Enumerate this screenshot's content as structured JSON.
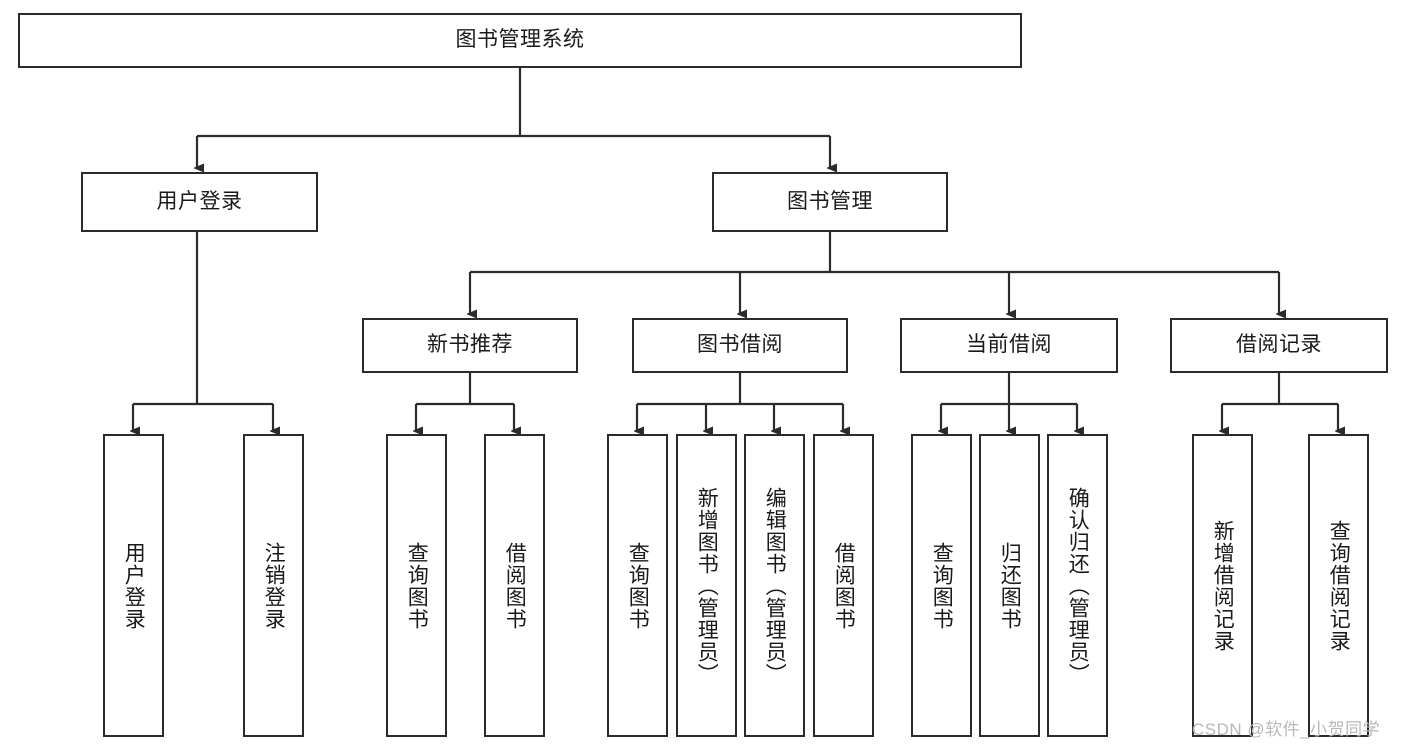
{
  "diagram": {
    "title": "图书管理系统",
    "type": "tree-hierarchy",
    "root": {
      "label": "图书管理系统"
    },
    "level1": [
      {
        "label": "用户登录"
      },
      {
        "label": "图书管理"
      }
    ],
    "level2": [
      {
        "label": "新书推荐"
      },
      {
        "label": "图书借阅"
      },
      {
        "label": "当前借阅"
      },
      {
        "label": "借阅记录"
      }
    ],
    "leaves": [
      {
        "label": "用户登录",
        "parent": "用户登录"
      },
      {
        "label": "注销登录",
        "parent": "用户登录"
      },
      {
        "label": "查询图书",
        "parent": "新书推荐"
      },
      {
        "label": "借阅图书",
        "parent": "新书推荐"
      },
      {
        "label": "查询图书",
        "parent": "图书借阅"
      },
      {
        "label": "新增图书（管理员）",
        "parent": "图书借阅"
      },
      {
        "label": "编辑图书（管理员）",
        "parent": "图书借阅"
      },
      {
        "label": "借阅图书",
        "parent": "图书借阅"
      },
      {
        "label": "查询图书",
        "parent": "当前借阅"
      },
      {
        "label": "归还图书",
        "parent": "当前借阅"
      },
      {
        "label": "确认归还（管理员）",
        "parent": "当前借阅"
      },
      {
        "label": "新增借阅记录",
        "parent": "借阅记录"
      },
      {
        "label": "查询借阅记录",
        "parent": "借阅记录"
      }
    ]
  },
  "watermark": {
    "text": "CSDN @软件_小贺同学"
  },
  "colors": {
    "border": "#2b2b2b",
    "background": "#ffffff",
    "text": "#1a1a1a",
    "watermark": "#b8b8b8"
  }
}
